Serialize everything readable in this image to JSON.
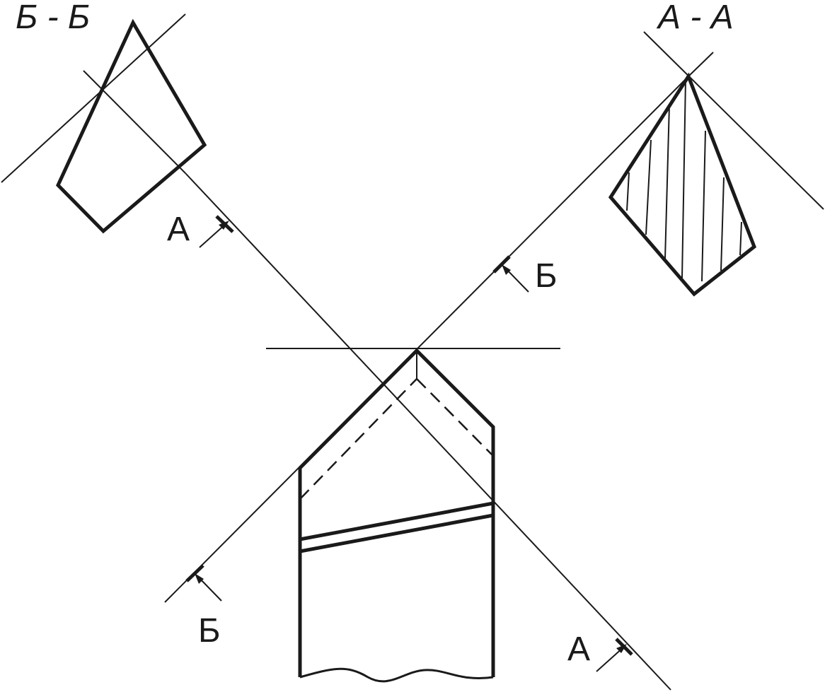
{
  "labels": {
    "section_bb_title": "Б - Б",
    "section_aa_title": "А - А",
    "cut_a_upper": "А",
    "cut_a_lower": "А",
    "cut_b_upper": "Б",
    "cut_b_lower": "Б"
  },
  "colors": {
    "line": "#1a1a1a",
    "background": "#ffffff"
  }
}
